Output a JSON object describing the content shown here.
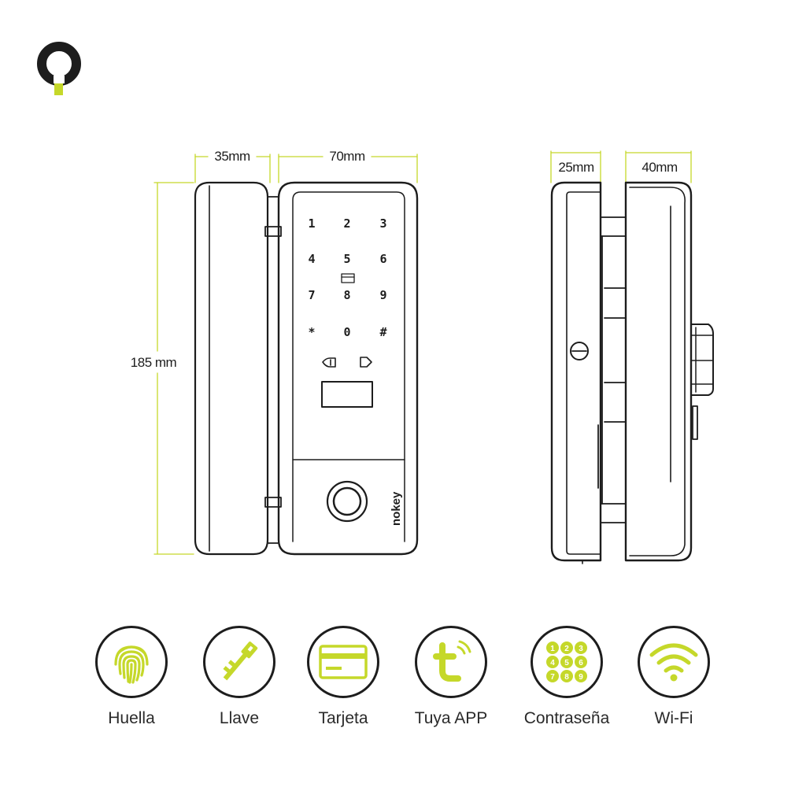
{
  "brand": {
    "logo_icon": "nokey-logo-icon",
    "accent_color": "#c5d82a",
    "ink_color": "#1d1d1d"
  },
  "dimensions": {
    "front_width_left": "35mm",
    "front_width_right": "70mm",
    "height": "185 mm",
    "side_width_left": "25mm",
    "side_width_right": "40mm"
  },
  "device": {
    "keypad": [
      "1",
      "2",
      "3",
      "4",
      "5",
      "6",
      "7",
      "8",
      "9",
      "*",
      "0",
      "#"
    ],
    "brand_mark": "nokey"
  },
  "features": [
    {
      "label": "Huella",
      "icon": "fingerprint-icon"
    },
    {
      "label": "Llave",
      "icon": "key-icon"
    },
    {
      "label": "Tarjeta",
      "icon": "card-icon"
    },
    {
      "label": "Tuya APP",
      "icon": "tuya-app-icon"
    },
    {
      "label": "Contraseña",
      "icon": "keypad-icon"
    },
    {
      "label": "Wi-Fi",
      "icon": "wifi-icon"
    }
  ]
}
